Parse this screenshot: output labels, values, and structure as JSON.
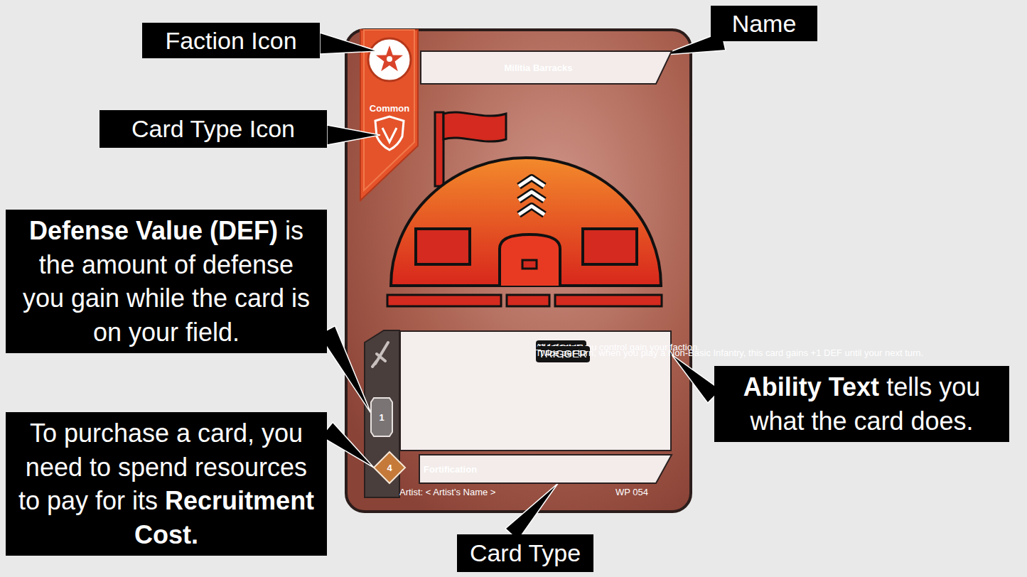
{
  "diagram": {
    "nodes": [
      {
        "text": [
          "Faction Icon"
        ]
      },
      {
        "text": [
          "Name"
        ]
      },
      {
        "text": [
          "Artist: < Artist's Name >",
          "WP 054"
        ]
      },
      {
        "text": [
          "Militia Barracks"
        ],
        "in": 2
      },
      {
        "text": [
          "Common"
        ],
        "in": 2
      },
      {
        "text": [
          "Card Type Icon"
        ]
      },
      {
        "text": [
          "Defense Value (DEF)",
          "is the amount of defense you gain while the card is on your field."
        ]
      },
      {
        "text": [
          "PASSIVE",
          "All Infantry you control gain your faction.",
          "TRIGGER",
          "Twice per turn, when you play a Non-Basic Infantry, this card gains +1 DEF until your next turn."
        ],
        "in": 2
      },
      {
        "text": [
          "Ability Text",
          "tells you what the card does."
        ]
      },
      {
        "text": [
          "1"
        ],
        "in": 2
      },
      {
        "text": [
          "4"
        ],
        "in": 2
      },
      {
        "text": [
          "Fortification"
        ],
        "in": 2
      },
      {
        "text": [
          "To purchase a card, you need to spend resources to pay for its",
          "Recruitment Cost."
        ]
      },
      {
        "text": [
          "Card Type"
        ]
      }
    ],
    "edges": [
      {
        "from": 1,
        "to": 3,
        "arrow": "to"
      },
      {
        "from": 6,
        "to": 9,
        "arrow": "to"
      },
      {
        "from": 8,
        "to": 7,
        "arrow": "to"
      },
      {
        "from": 12,
        "to": 10,
        "arrow": "to"
      },
      {
        "from": 13,
        "to": 11,
        "arrow": "to"
      }
    ]
  }
}
